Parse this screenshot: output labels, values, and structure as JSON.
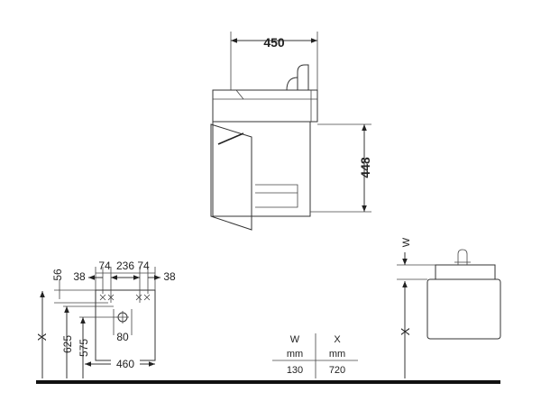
{
  "front_view": {
    "width_label": "450",
    "height_label": "448"
  },
  "install_plan": {
    "dims_top": [
      "74",
      "236",
      "74"
    ],
    "dims_row": [
      "38",
      "38"
    ],
    "dim_56": "56",
    "dim_80": "80",
    "dim_625": "625",
    "dim_575": "575",
    "dim_460": "460",
    "dim_x": "X"
  },
  "side_view": {
    "w_label": "W",
    "x_label": "X"
  },
  "dim_table": {
    "headers": [
      "W",
      "X"
    ],
    "units": [
      "mm",
      "mm"
    ],
    "values": [
      "130",
      "720"
    ]
  }
}
